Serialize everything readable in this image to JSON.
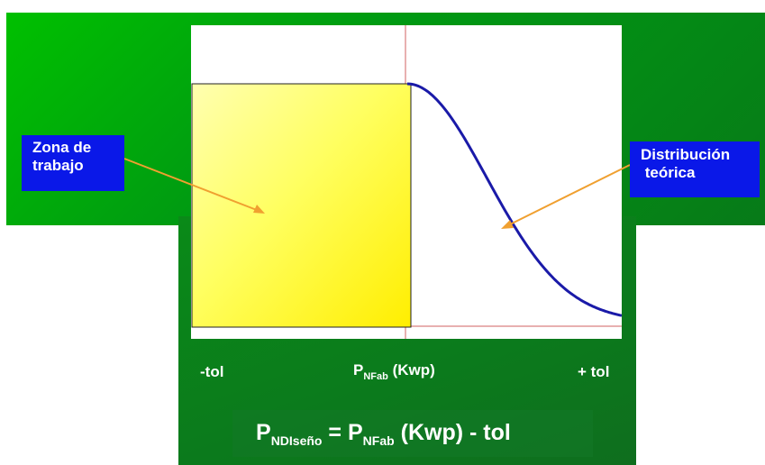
{
  "labels": {
    "zona_trabajo": "Zona de\ntrabajo",
    "distribucion": "Distribución\n teórica"
  },
  "axis": {
    "left": "-tol",
    "center_main": "P",
    "center_sub": "NFab",
    "center_rest": " (Kwp)",
    "right": "+ tol"
  },
  "formula": {
    "lhs_main": "P",
    "lhs_sub": "NDIseño",
    "equals": " = ",
    "rhs_main": "P",
    "rhs_sub": "NFab",
    "rhs_rest": " (Kwp)  - tol"
  },
  "colors": {
    "curve": "#1a1aa8",
    "arrow": "#f0a030",
    "axis_line": "#d06060",
    "label_bg": "#0a18e8",
    "work_zone_light": "#ffffa8",
    "work_zone_dark": "#ffee00"
  }
}
